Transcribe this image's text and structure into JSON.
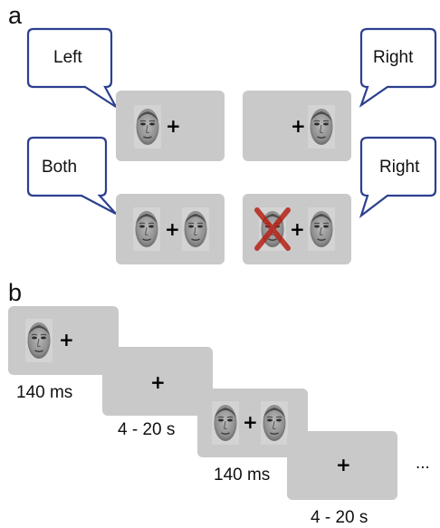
{
  "panel_a": {
    "letter": "a",
    "bubbles": {
      "top_left": "Left",
      "top_right": "Right",
      "bottom_left": "Both",
      "bottom_right": "Right"
    },
    "fixation": "+"
  },
  "panel_b": {
    "letter": "b",
    "fixation": "+",
    "durations": [
      "140 ms",
      "4 - 20 s",
      "140 ms",
      "4 - 20 s"
    ],
    "ellipsis": "..."
  },
  "colors": {
    "screen": "#c9c9c9",
    "bubble_stroke": "#2c3f8e",
    "extinction_cross": "#b52318"
  }
}
